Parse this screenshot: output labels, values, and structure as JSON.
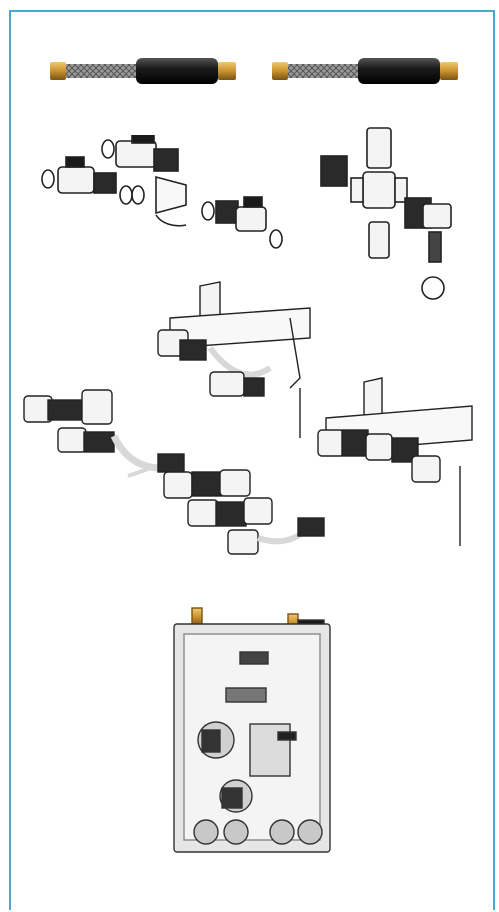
{
  "colors": {
    "frame_border": "#4aa8cf",
    "hose_black": "#1b1b1b",
    "hose_braid": "#8a8a8a",
    "brass": "#c8922e",
    "line_art": "#222222",
    "valve_handle": "#1a1a1a",
    "cabinet_glass": "#e6e6e6"
  },
  "figures": [
    {
      "id": "flexible-hose-left",
      "icon": "flex-hose-icon"
    },
    {
      "id": "flexible-hose-right",
      "icon": "flex-hose-icon"
    },
    {
      "id": "ball-valve-kit",
      "icon": "valve-kit-icon"
    },
    {
      "id": "tee-fitting-kit",
      "icon": "tee-fitting-icon"
    },
    {
      "id": "manifold-bracket-top",
      "icon": "manifold-icon"
    },
    {
      "id": "manifold-left",
      "icon": "manifold-icon"
    },
    {
      "id": "manifold-bracket-right",
      "icon": "manifold-icon"
    },
    {
      "id": "manifold-bottom",
      "icon": "manifold-icon"
    },
    {
      "id": "heat-interface-unit",
      "icon": "cabinet-unit-icon"
    }
  ]
}
